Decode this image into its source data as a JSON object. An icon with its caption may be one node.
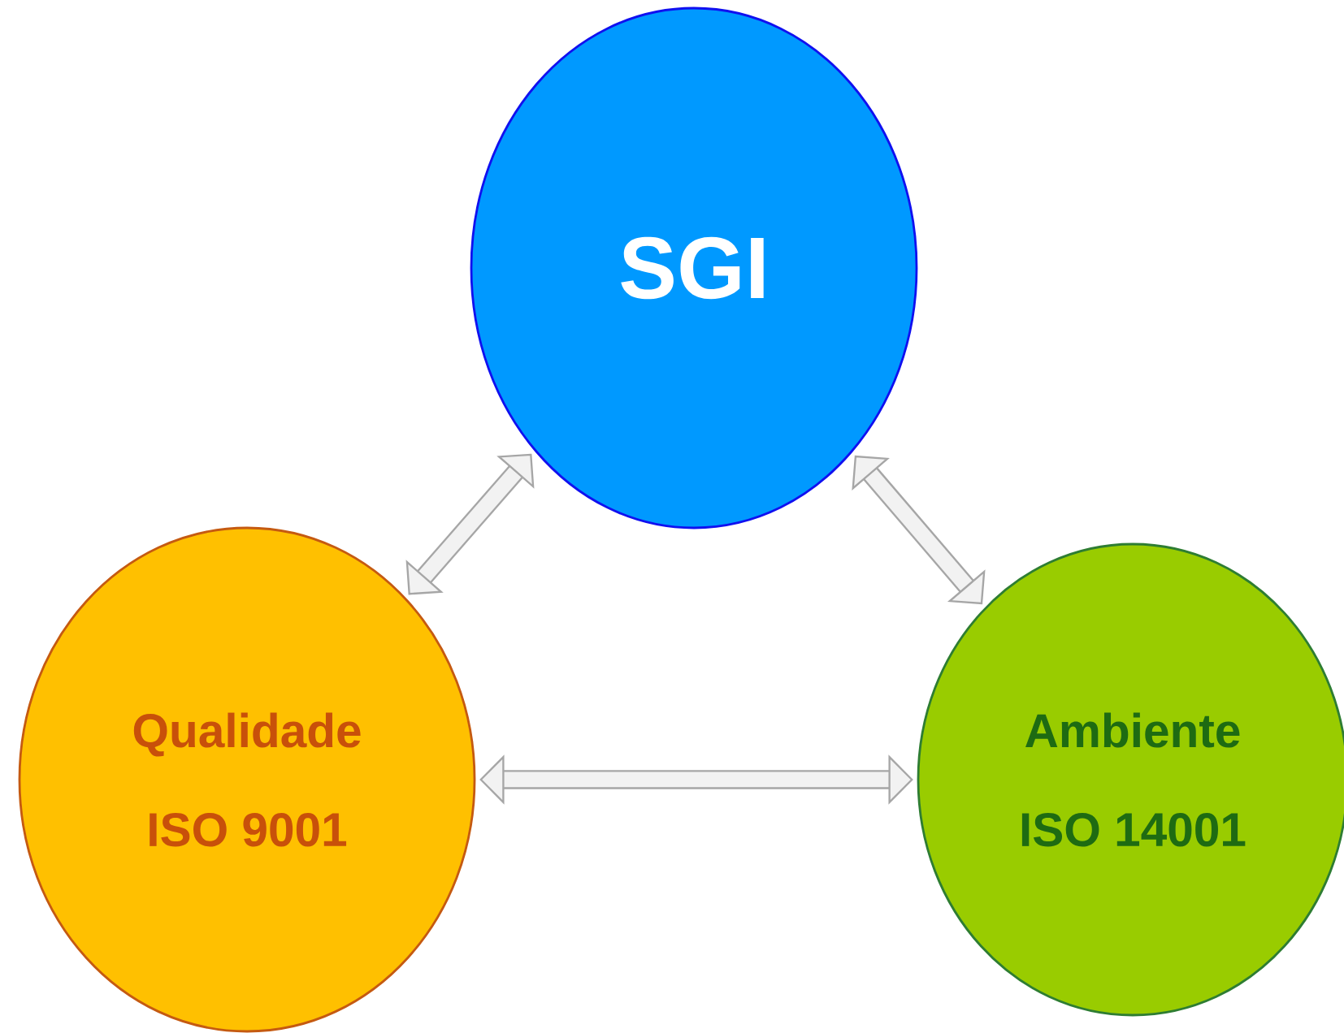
{
  "diagram": {
    "nodes": [
      {
        "text": [
          "SGI"
        ]
      },
      {
        "text": [
          "Qualidade",
          "ISO 9001"
        ]
      },
      {
        "text": [
          "Ambiente",
          "ISO 14001"
        ]
      }
    ],
    "edges": [
      {
        "from": 0,
        "to": 1,
        "arrow": "both"
      },
      {
        "from": 0,
        "to": 2,
        "arrow": "both"
      },
      {
        "from": 1,
        "to": 2,
        "arrow": "both"
      }
    ]
  }
}
